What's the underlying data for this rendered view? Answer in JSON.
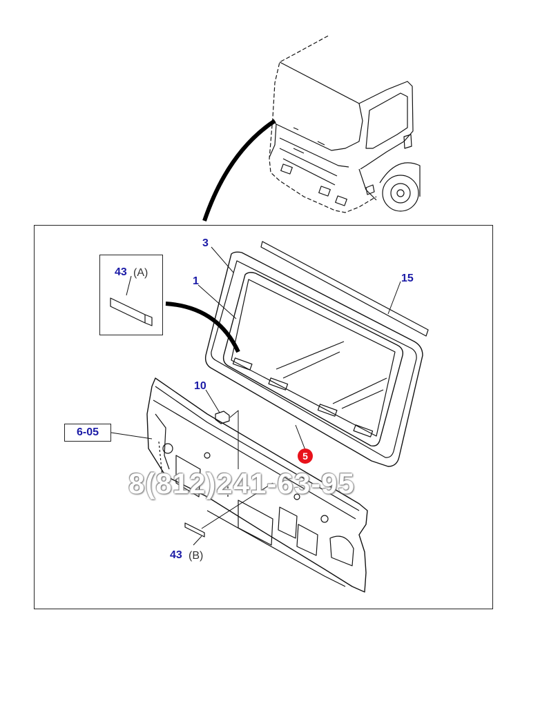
{
  "labels": {
    "part_3": "3",
    "part_1": "1",
    "part_15": "15",
    "part_43_a_num": "43",
    "part_43_a_suffix": "(A)",
    "part_10": "10",
    "ref_6_05": "6-05",
    "part_43_b_num": "43",
    "part_43_b_suffix": "(B)",
    "badge_5": "5"
  },
  "watermark": {
    "phone": "8(812)241-63-95"
  },
  "colors": {
    "callout_text": "#1a1aa6",
    "badge_fill": "#e8121b",
    "line_art": "#111111"
  }
}
